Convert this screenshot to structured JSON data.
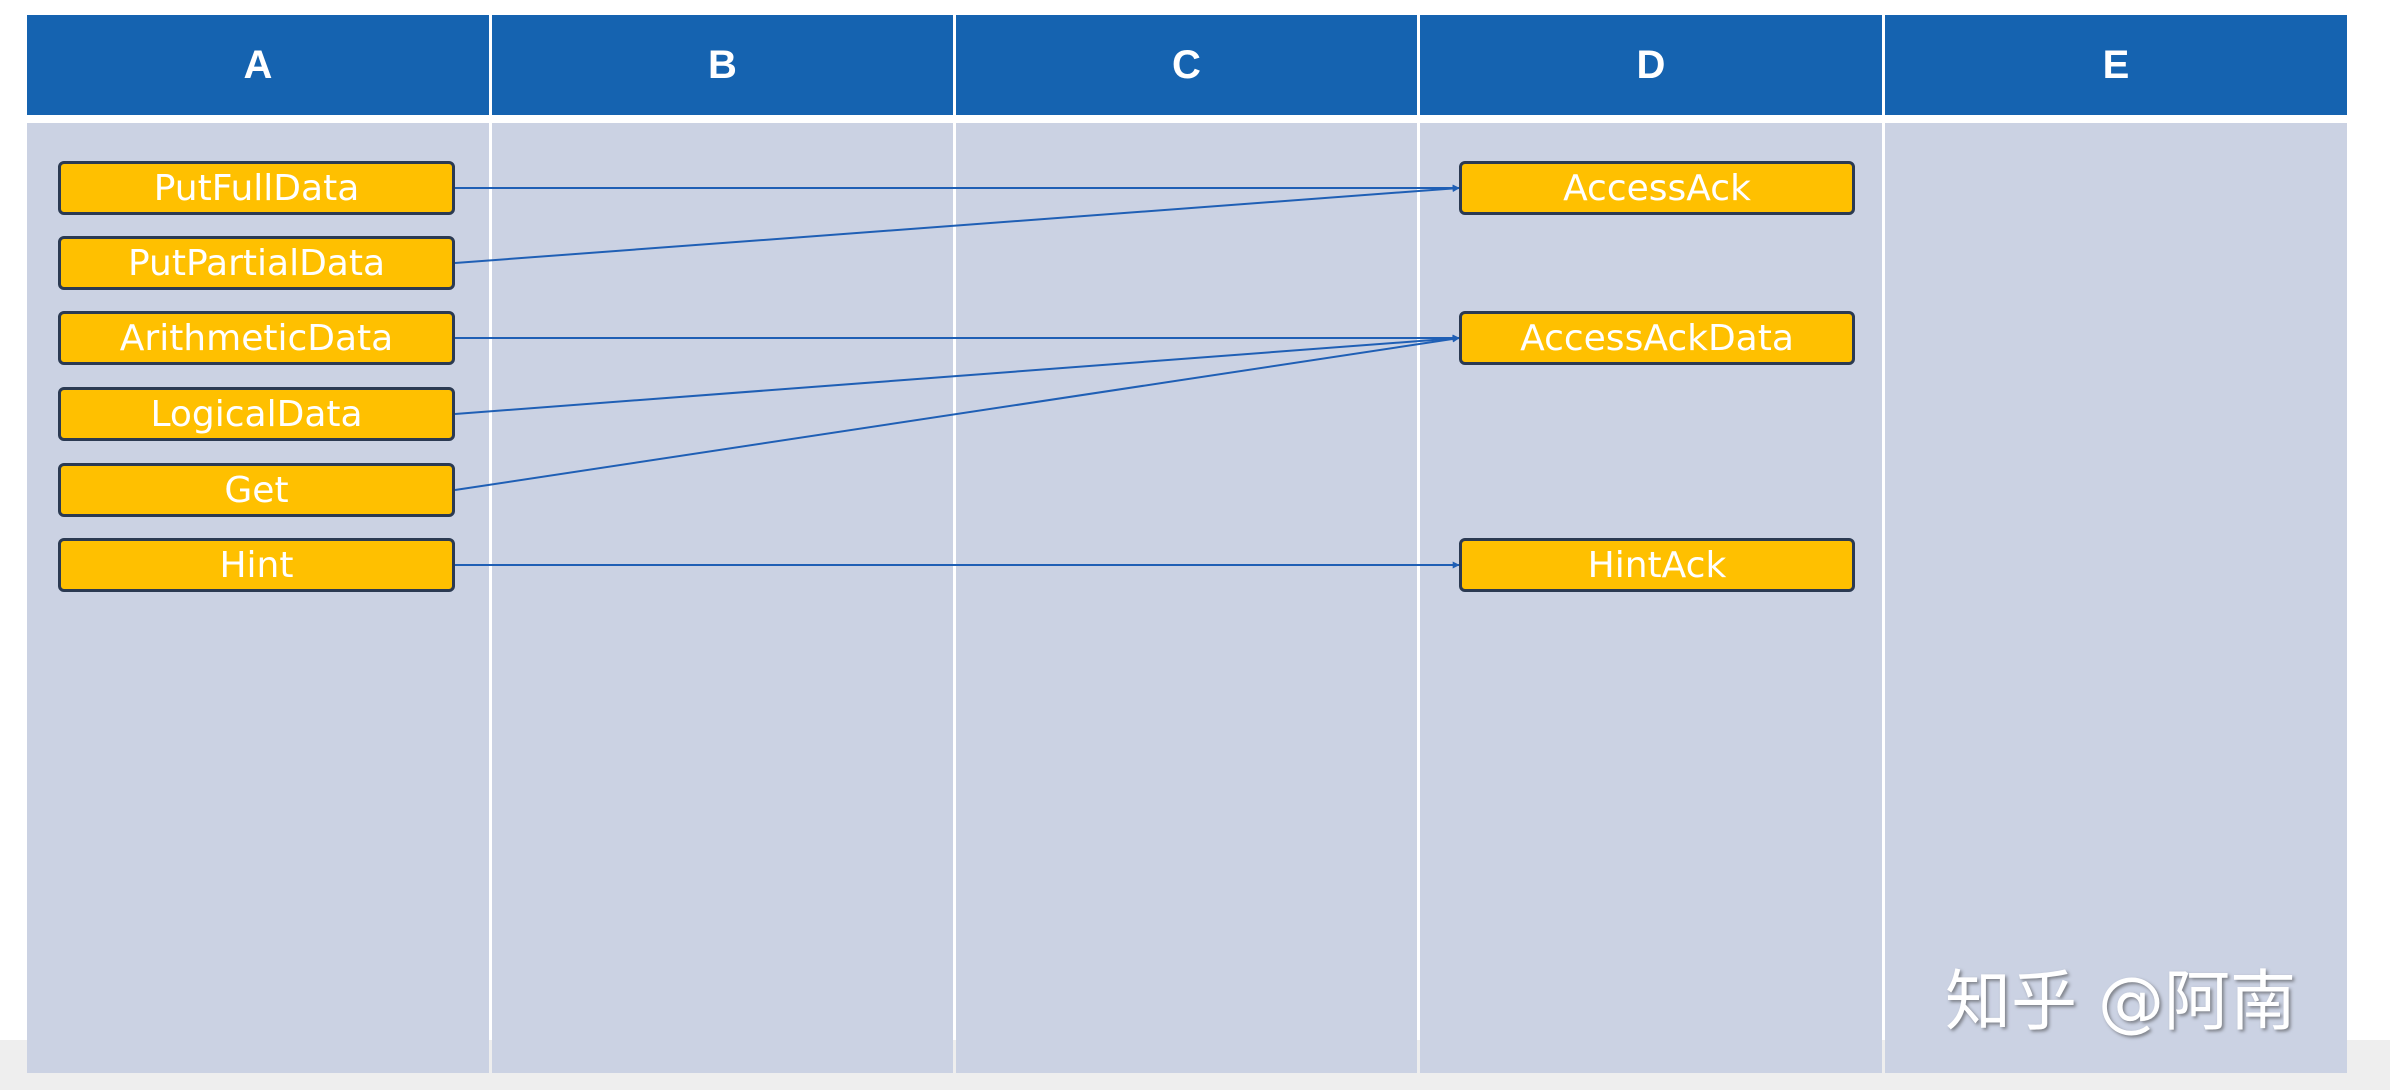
{
  "columns": [
    "A",
    "B",
    "C",
    "D",
    "E"
  ],
  "colors": {
    "header_bg": "#1563b0",
    "column_bg": "#cbd2e3",
    "box_fill": "#ffc000",
    "box_border": "#2b3a52",
    "arrow": "#1f5fb5"
  },
  "requests": [
    "PutFullData",
    "PutPartialData",
    "ArithmeticData",
    "LogicalData",
    "Get",
    "Hint"
  ],
  "responses": [
    "AccessAck",
    "AccessAckData",
    "HintAck"
  ],
  "links": [
    {
      "from": "PutFullData",
      "to": "AccessAck"
    },
    {
      "from": "PutPartialData",
      "to": "AccessAck"
    },
    {
      "from": "ArithmeticData",
      "to": "AccessAckData"
    },
    {
      "from": "LogicalData",
      "to": "AccessAckData"
    },
    {
      "from": "Get",
      "to": "AccessAckData"
    },
    {
      "from": "Hint",
      "to": "HintAck"
    }
  ],
  "watermark": "知乎 @阿南"
}
